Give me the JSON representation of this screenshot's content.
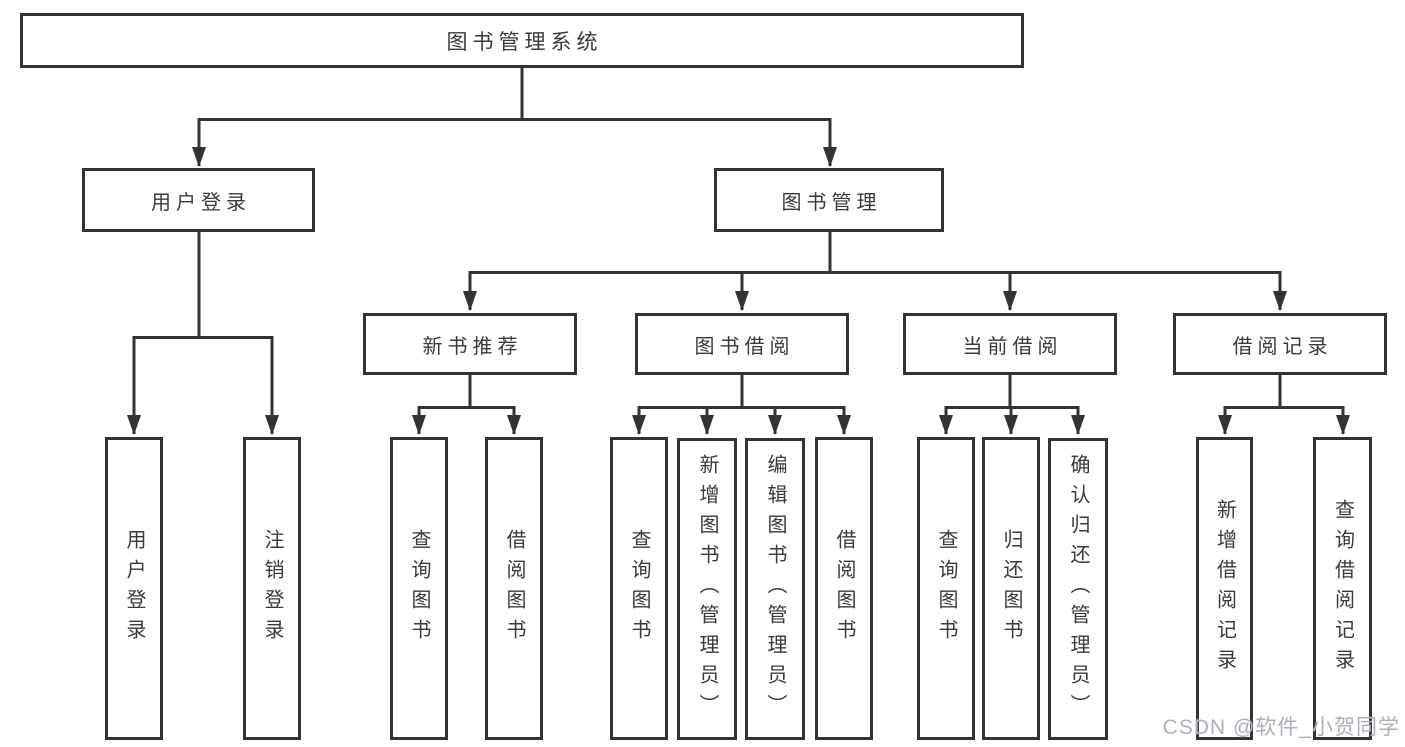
{
  "diagram": {
    "root": {
      "label": "图书管理系统"
    },
    "branches": [
      {
        "label": "用户登录",
        "children": [
          {
            "label": "用户登录"
          },
          {
            "label": "注销登录"
          }
        ]
      },
      {
        "label": "图书管理",
        "children": [
          {
            "label": "新书推荐",
            "children": [
              {
                "label": "查询图书"
              },
              {
                "label": "借阅图书"
              }
            ]
          },
          {
            "label": "图书借阅",
            "children": [
              {
                "label": "查询图书"
              },
              {
                "label": "新增图书（管理员）"
              },
              {
                "label": "编辑图书（管理员）"
              },
              {
                "label": "借阅图书"
              }
            ]
          },
          {
            "label": "当前借阅",
            "children": [
              {
                "label": "查询图书"
              },
              {
                "label": "归还图书"
              },
              {
                "label": "确认归还（管理员）"
              }
            ]
          },
          {
            "label": "借阅记录",
            "children": [
              {
                "label": "新增借阅记录"
              },
              {
                "label": "查询借阅记录"
              }
            ]
          }
        ]
      }
    ]
  },
  "watermark": {
    "text": "CSDN @软件_小贺同学"
  },
  "colors": {
    "line": "#333333",
    "box_border": "#333333",
    "box_fill": "#ffffff",
    "text": "#3a3a3a",
    "background": "#ffffff",
    "watermark": "#abb0ba"
  }
}
